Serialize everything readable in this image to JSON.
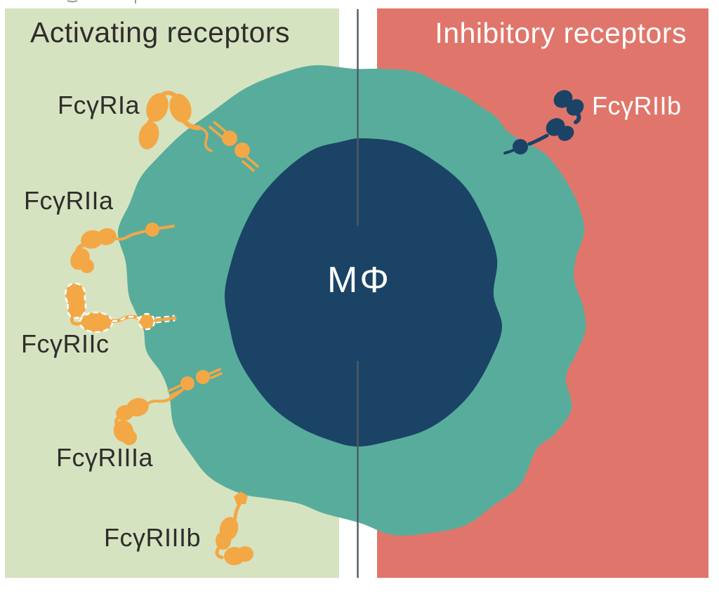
{
  "figure": {
    "description": "Macrophage Fc-gamma receptor diagram",
    "cell_label": "MΦ"
  },
  "panels": {
    "activating": {
      "title": "Activating receptors"
    },
    "inhibitory": {
      "title": "Inhibitory receptors"
    }
  },
  "receptors": {
    "activating": [
      {
        "label": "FcγRIa"
      },
      {
        "label": "FcγRIIa"
      },
      {
        "label": "FcγRIIc"
      },
      {
        "label": "FcγRIIIa"
      },
      {
        "label": "FcγRIIIb"
      }
    ],
    "inhibitory": [
      {
        "label": "FcγRIIb"
      }
    ]
  },
  "colors": {
    "panel-green": "#D6E3C1",
    "panel-red": "#E0766B",
    "membrane-teal": "#58AC9C",
    "cell-navy": "#1B4366",
    "receptor-orange": "#F3A845",
    "text-dark": "#2E2D2B",
    "text-light": "#FFFFFF",
    "divider-gray": "#4E5B63",
    "dash-white": "#FFFFFF"
  }
}
